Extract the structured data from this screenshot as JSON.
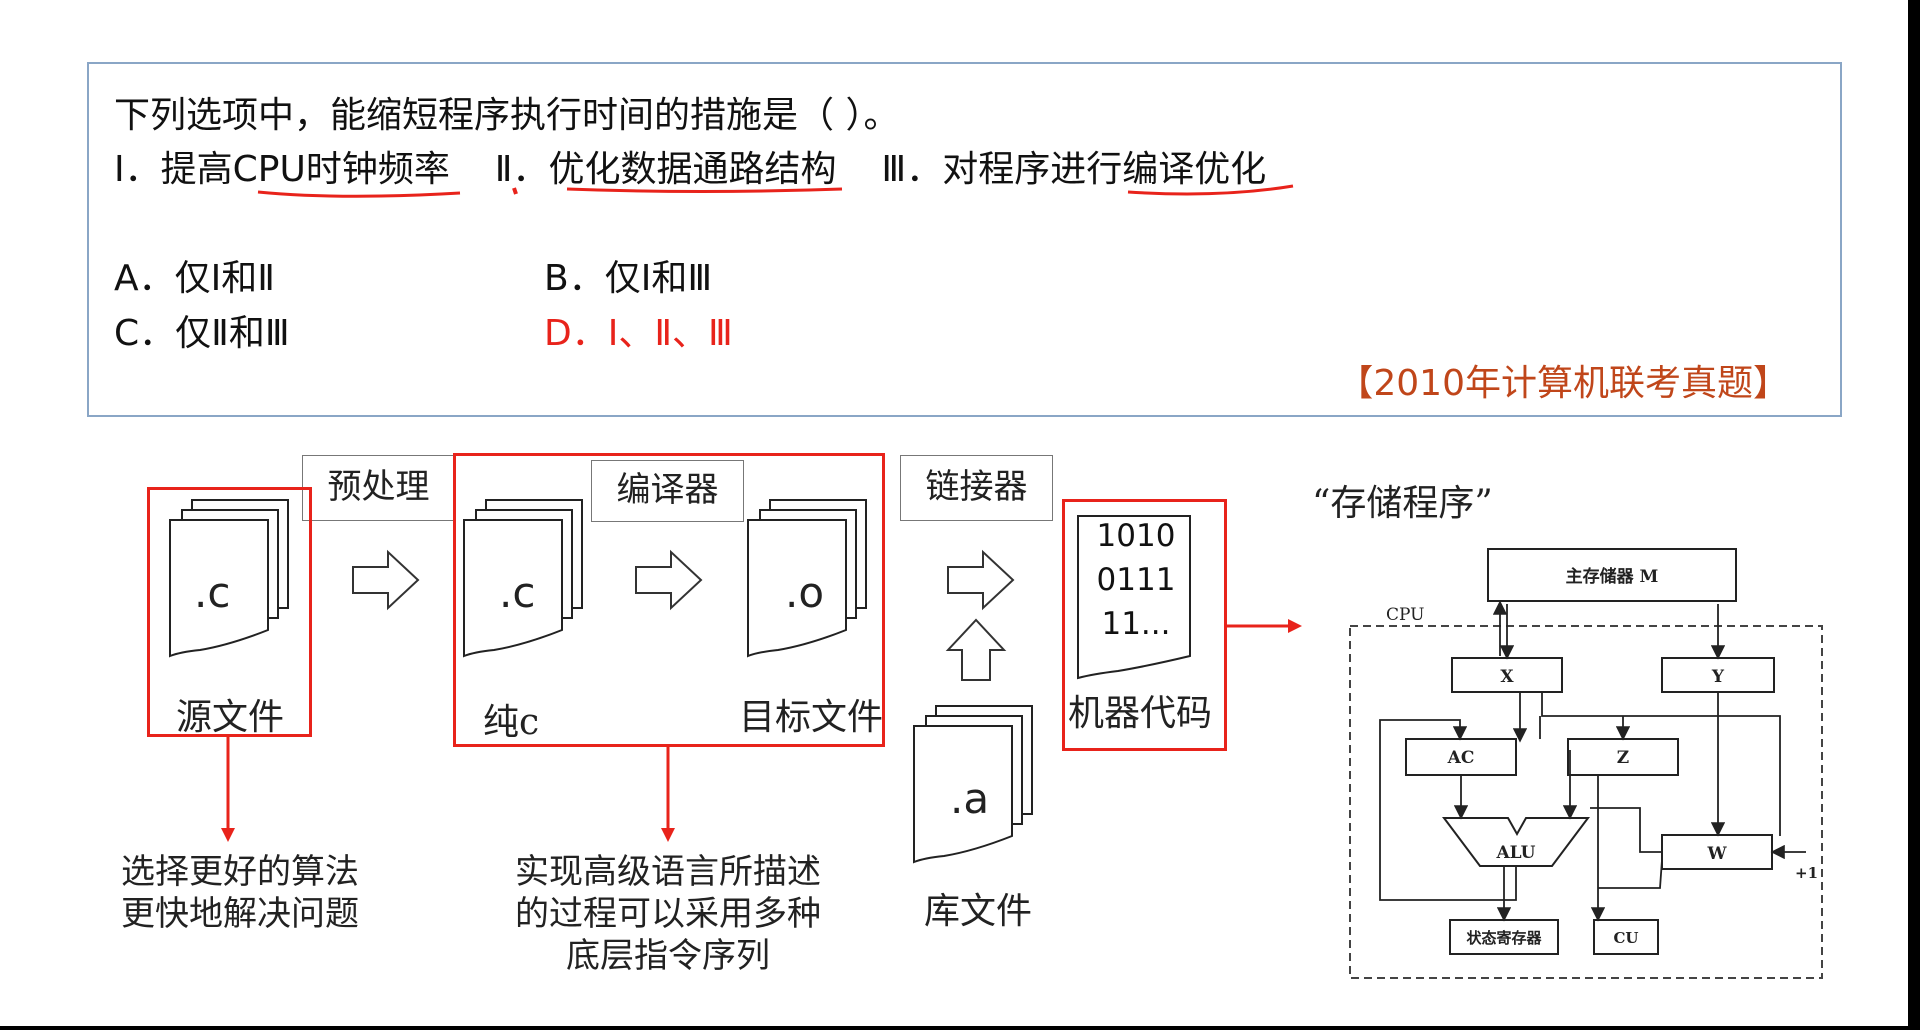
{
  "question": {
    "stem": "下列选项中，能缩短程序执行时间的措施是（      ）。",
    "items": [
      "Ⅰ．提高CPU时钟频率",
      "Ⅱ．优化数据通路结构",
      "Ⅲ．对程序进行编译优化"
    ],
    "options": {
      "A": "A．仅Ⅰ和Ⅱ",
      "B": "B．仅Ⅰ和Ⅲ",
      "C": "C．仅Ⅱ和Ⅲ",
      "D": "D．Ⅰ、Ⅱ、Ⅲ"
    },
    "source": "【2010年计算机联考真题】",
    "answer_color": "#e8231b",
    "source_color": "#c0461a"
  },
  "diagram": {
    "preprocess_label": "预处理",
    "compiler_label": "编译器",
    "linker_label": "链接器",
    "source_file_ext": ".c",
    "source_file_label": "源文件",
    "pure_c_ext": ".c",
    "pure_c_label": "纯c",
    "object_ext": ".o",
    "object_label": "目标文件",
    "library_ext": ".a",
    "library_label": "库文件",
    "machine_code_lines": [
      "1010",
      "0111",
      "11..."
    ],
    "machine_code_label": "机器代码",
    "stored_program_label": "“存储程序”",
    "desc_left": [
      "选择更好的算法",
      "更快地解决问题"
    ],
    "desc_middle": [
      "实现高级语言所描述",
      "的过程可以采用多种",
      "底层指令序列"
    ],
    "highlight_color": "#e8231b"
  },
  "cpu": {
    "cpu_label": "CPU",
    "memory": "主存储器 M",
    "x": "X",
    "y": "Y",
    "ac": "AC",
    "z": "Z",
    "alu": "ALU",
    "w": "W",
    "plus_one": "+1",
    "status_reg": "状态寄存器",
    "cu": "CU"
  }
}
